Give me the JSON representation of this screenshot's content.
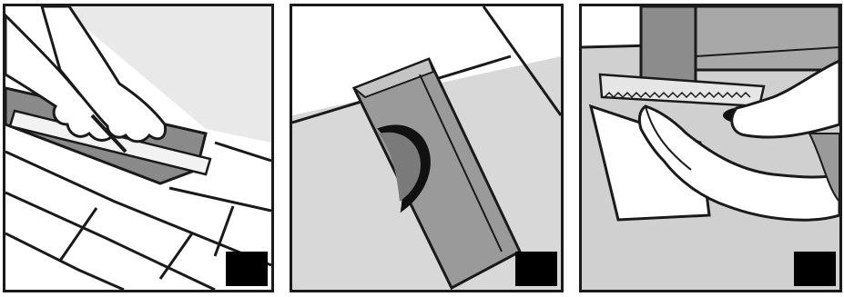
{
  "figure": {
    "panels": [
      {
        "id": "step-1",
        "label": ""
      },
      {
        "id": "step-2",
        "label": ""
      },
      {
        "id": "step-3",
        "label": ""
      }
    ],
    "colors": {
      "outline": "#1a1a1a",
      "light_fill": "#e8e8e8",
      "mid_fill": "#a9a9a9",
      "dark_fill": "#6e6e6e",
      "marker_box": "#000000"
    }
  }
}
